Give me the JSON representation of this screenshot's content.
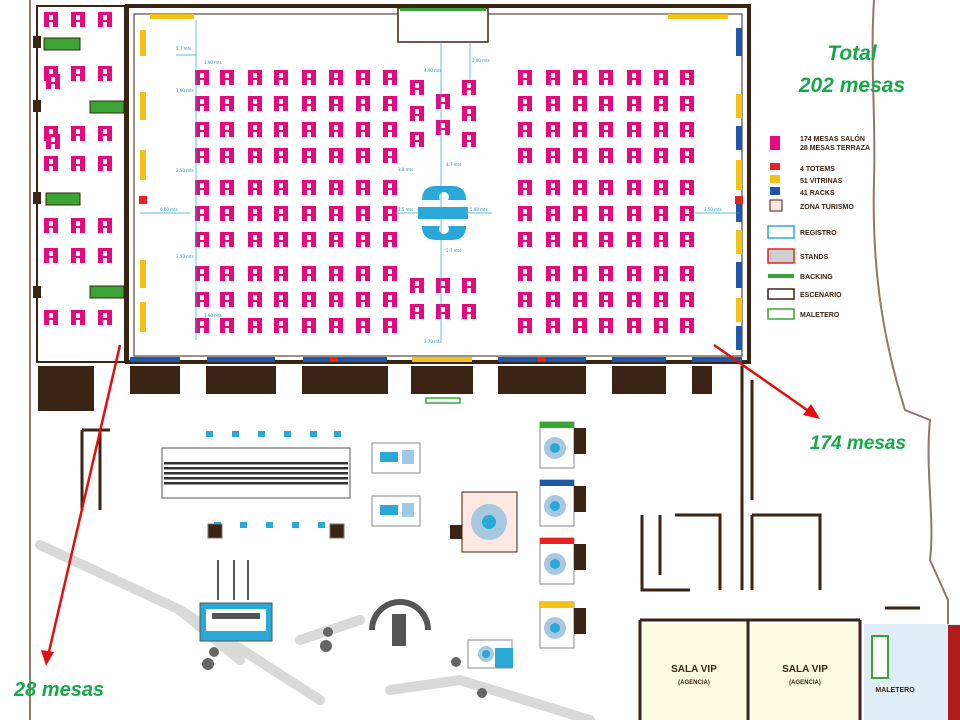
{
  "annotations": {
    "total_label": "Total",
    "total_value": "202 mesas",
    "salon_count": "174 mesas",
    "terrace_count": "28 mesas"
  },
  "legend": [
    {
      "icon": "table-pink",
      "lines": [
        "174 MESAS SALÓN",
        "28 MESAS TERRAZA"
      ]
    },
    {
      "icon": "totem-red",
      "lines": [
        "4 TOTEMS"
      ]
    },
    {
      "icon": "vitrina-yellow",
      "lines": [
        "51 VITRINAS"
      ]
    },
    {
      "icon": "rack-blue",
      "lines": [
        "41 RACKS"
      ]
    },
    {
      "icon": "zona-turismo",
      "lines": [
        "ZONA TURISMO"
      ]
    },
    {
      "icon": "registro",
      "lines": [
        "REGISTRO"
      ]
    },
    {
      "icon": "stands",
      "lines": [
        "STANDS"
      ]
    },
    {
      "icon": "backing",
      "lines": [
        "BACKING"
      ]
    },
    {
      "icon": "escenario",
      "lines": [
        "ESCENARIO"
      ]
    },
    {
      "icon": "maletero",
      "lines": [
        "MALETERO"
      ]
    }
  ],
  "rooms": {
    "sala_vip_1": {
      "title": "SALA VIP",
      "subtitle": "(AGENCIA)"
    },
    "sala_vip_2": {
      "title": "SALA VIP",
      "subtitle": "(AGENCIA)"
    },
    "maletero": "MALETERO"
  },
  "dimensions": [
    "5.7 mts",
    "1.90 mts",
    "1.90 mts",
    "2.50 mts",
    "6.00 mts",
    "2.50 mts",
    "1.90 mts",
    "4.90 mts",
    "3.80 mts",
    "3.8 mts",
    "4.7 mts",
    "3.5 mts",
    "5.7 mts",
    "3.70 mts",
    "5.88 mts",
    "3.50 mts"
  ],
  "colors": {
    "table": "#e4097c",
    "vitrina": "#f2c315",
    "rack": "#1f58a8",
    "totem": "#e52421",
    "wall": "#3b2414",
    "registro": "#2aa8d8",
    "backing": "#3aa535",
    "annotation_text": "#17a84a",
    "arrow": "#e01010"
  }
}
